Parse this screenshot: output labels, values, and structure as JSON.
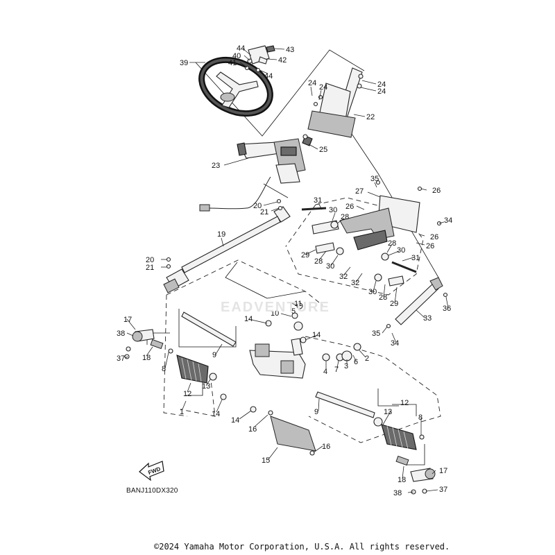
{
  "diagram": {
    "code": "BANJ110DX320",
    "copyright": "©2024 Yamaha Motor Corporation, U.S.A. All rights reserved.",
    "watermark": "EADVENTURE",
    "direction_label": "FWD",
    "callouts": {
      "c1": "1",
      "c2": "2",
      "c3": "3",
      "c4": "4",
      "c5": "5",
      "c6": "6",
      "c7": "7",
      "c8a": "8",
      "c8b": "8",
      "c9a": "9",
      "c9b": "9",
      "c10": "10",
      "c11": "11",
      "c12a": "12",
      "c12b": "12",
      "c13a": "13",
      "c13b": "13",
      "c14a": "14",
      "c14b": "14",
      "c14c": "14",
      "c14d": "14",
      "c15": "15",
      "c16a": "16",
      "c16b": "16",
      "c17a": "17",
      "c17b": "17",
      "c18a": "18",
      "c18b": "18",
      "c19": "19",
      "c20a": "20",
      "c20b": "20",
      "c21a": "21",
      "c21b": "21",
      "c22": "22",
      "c23": "23",
      "c24a": "24",
      "c24b": "24",
      "c24c": "24",
      "c24d": "24",
      "c25": "25",
      "c26a": "26",
      "c26b": "26",
      "c26c": "26",
      "c26d": "26",
      "c27": "27",
      "c28a": "28",
      "c28b": "28",
      "c28c": "28",
      "c28d": "28",
      "c29a": "29",
      "c29b": "29",
      "c30a": "30",
      "c30b": "30",
      "c30c": "30",
      "c30d": "30",
      "c31a": "31",
      "c31b": "31",
      "c32a": "32",
      "c32b": "32",
      "c33": "33",
      "c34a": "34",
      "c34b": "34",
      "c35a": "35",
      "c35b": "35",
      "c36": "36",
      "c37a": "37",
      "c37b": "37",
      "c38a": "38",
      "c38b": "38",
      "c39": "39",
      "c40": "40",
      "c41": "41",
      "c42": "42",
      "c43": "43",
      "c44a": "44",
      "c44b": "44"
    }
  }
}
